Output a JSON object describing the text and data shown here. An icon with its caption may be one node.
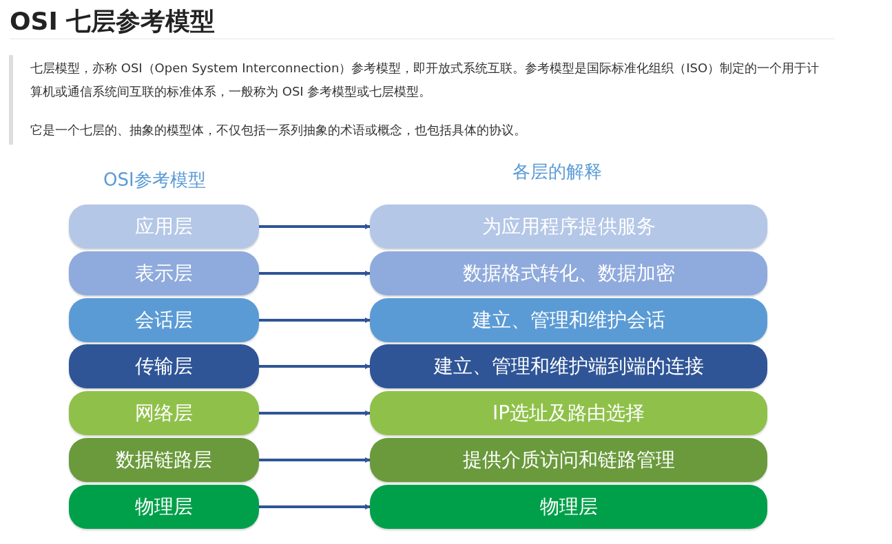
{
  "diagram": {
    "title": "OSI 七层参考模型",
    "nodes": [
      {
        "text": [
          "应用层"
        ]
      },
      {
        "text": [
          "为应用程序提供服务"
        ]
      },
      {
        "text": [
          "表示层"
        ]
      },
      {
        "text": [
          "数据格式转化、数据加密"
        ]
      },
      {
        "text": [
          "会话层"
        ]
      },
      {
        "text": [
          "建立、管理和维护会话"
        ]
      },
      {
        "text": [
          "传输层"
        ]
      },
      {
        "text": [
          "建立、管理和维护端到端的连接"
        ]
      },
      {
        "text": [
          "网络层"
        ]
      },
      {
        "text": [
          "IP选址及路由选择"
        ]
      },
      {
        "text": [
          "数据链路层"
        ]
      },
      {
        "text": [
          "提供介质访问和链路管理"
        ]
      },
      {
        "text": [
          "物理层"
        ]
      },
      {
        "text": [
          "物理层"
        ]
      }
    ],
    "edges": [
      {
        "from": 0,
        "to": 1,
        "arrow": "to"
      },
      {
        "from": 2,
        "to": 3,
        "arrow": "to"
      },
      {
        "from": 4,
        "to": 5,
        "arrow": "to"
      },
      {
        "from": 6,
        "to": 7,
        "arrow": "to"
      },
      {
        "from": 8,
        "to": 9,
        "arrow": "to"
      },
      {
        "from": 10,
        "to": 11,
        "arrow": "to"
      },
      {
        "from": 12,
        "to": 13,
        "arrow": "to"
      }
    ],
    "labels": [
      "七层模型，亦称 OSI（Open System Interconnection）参考模型，即开放式系统互联。参考模型是国际标准化组织（ISO）制定的一个用于计算机或通信系统间互联的标准体系，一般称为 OSI 参考模型或七层模型。",
      "它是一个七层的、抽象的模型体，不仅包括一系列抽象的术语或概念，也包括具体的协议。",
      "OSI参考模型",
      "各层的解释"
    ]
  }
}
